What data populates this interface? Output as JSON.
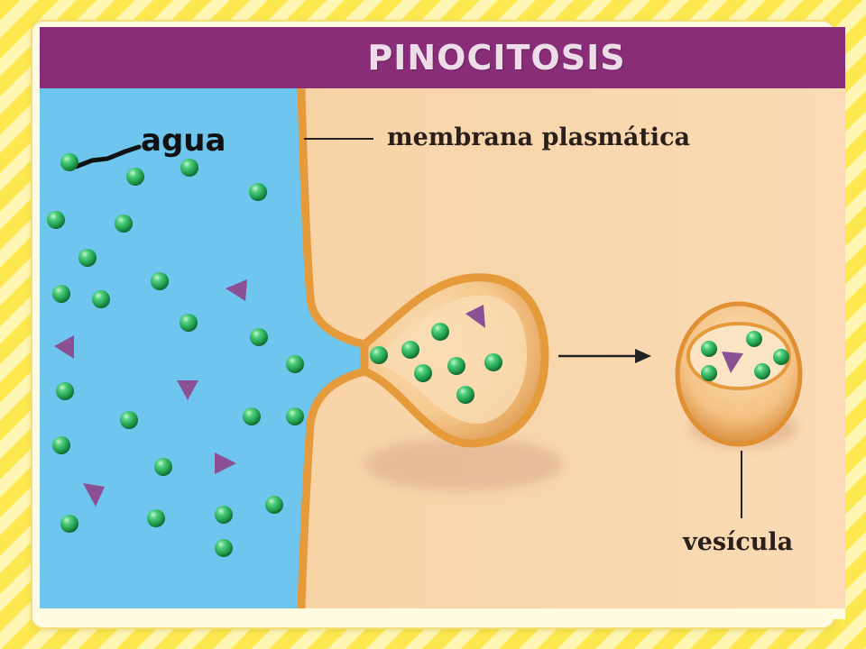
{
  "title": "PINOCITOSIS",
  "labels": {
    "water": "agua",
    "membrane": "membrana plasmática",
    "vesicle": "vesícula"
  },
  "colors": {
    "title_bar": "#8a2d79",
    "extracellular": "#6ec5ee",
    "cytoplasm": "#f8d3a6",
    "membrane": "#e59a3c",
    "molecule": "#2fae5c",
    "solute": "#8b4f94"
  },
  "icons": {
    "molecule": "green-sphere-icon",
    "solute": "purple-triangle-icon",
    "process": "arrow-right-icon"
  }
}
